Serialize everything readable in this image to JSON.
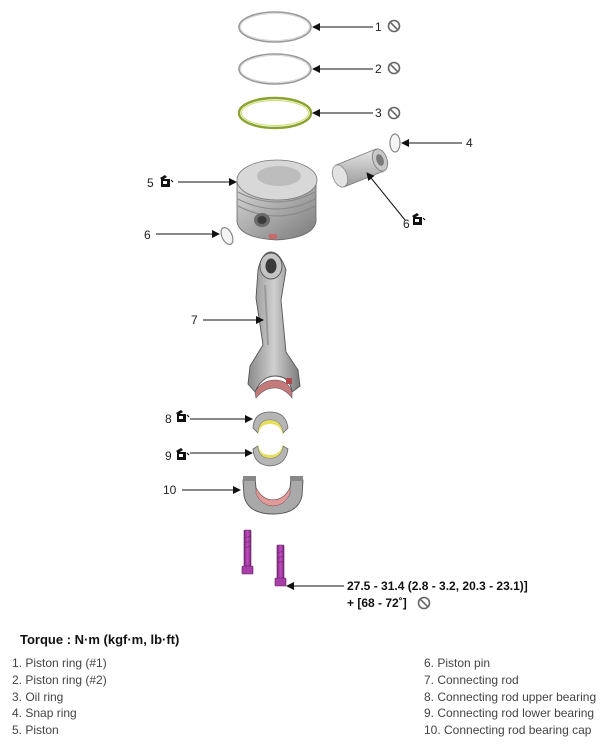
{
  "callouts": [
    "1",
    "2",
    "3",
    "4",
    "5",
    "6",
    "6",
    "7",
    "8",
    "9",
    "10"
  ],
  "torque_spec": {
    "line1": "27.5 - 31.4 (2.8 - 3.2, 20.3 - 23.1)]",
    "line2": "+ [68 - 72˚]"
  },
  "torque_unit_label": "Torque : N·m (kgf·m, lb·ft)",
  "legend_left": [
    "1. Piston ring (#1)",
    "2. Piston ring (#2)",
    "3. Oil ring",
    "4. Snap ring",
    "5. Piston"
  ],
  "legend_right": [
    "6. Piston pin",
    "7. Connecting rod",
    "8. Connecting rod upper bearing",
    "9. Connecting rod lower bearing",
    "10. Connecting rod bearing cap"
  ],
  "icons": {
    "no_reuse": "prohibited-icon",
    "lubricate": "oil-can-icon"
  },
  "colors": {
    "part_gray": "#a6a6a6",
    "oil_ring_green": "#b8d44a",
    "bearing_yellow": "#e8e060",
    "bearing_red": "#d88a8a",
    "bolt_purple": "#b040b0"
  }
}
